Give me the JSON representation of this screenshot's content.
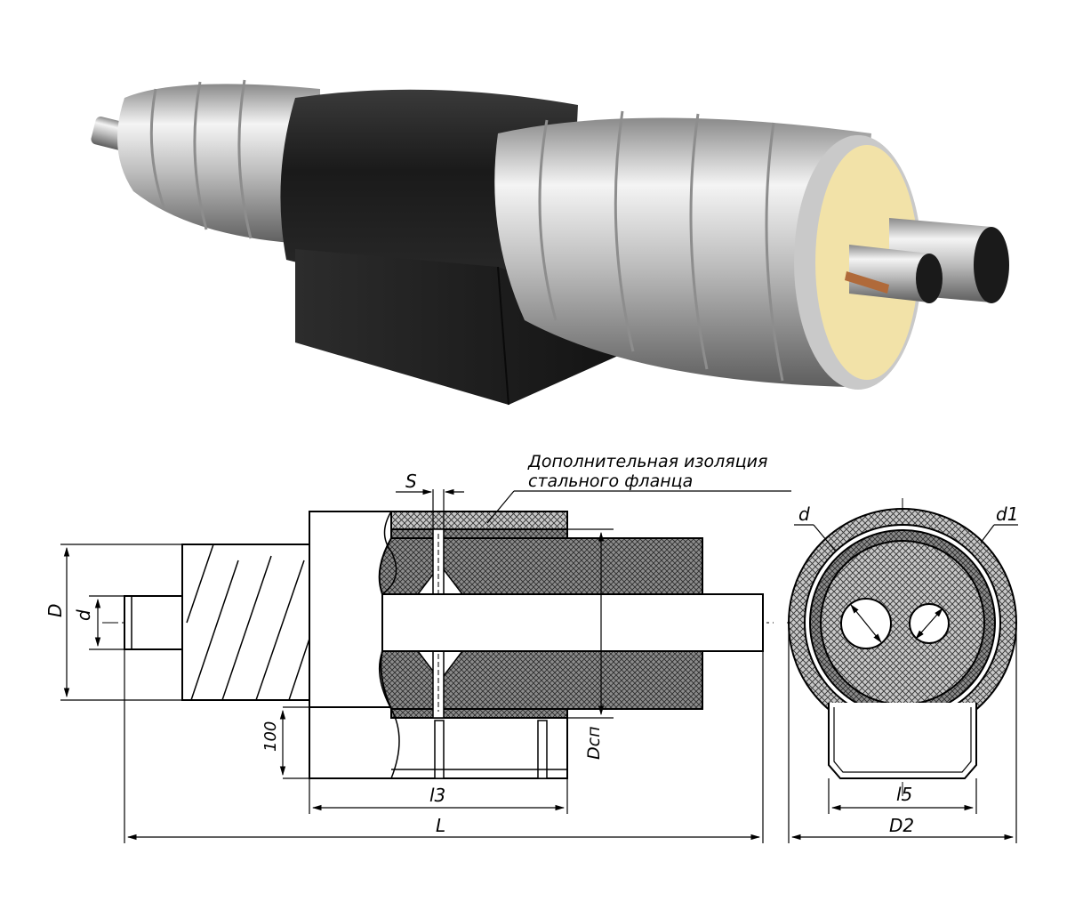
{
  "annotation": {
    "line1": "Дополнительная изоляция",
    "line2": "стального фланца"
  },
  "dimensions": {
    "S": "S",
    "D": "D",
    "d_left": "d",
    "height_100": "100",
    "Dsp": "Dсп",
    "l3": "l3",
    "L": "L",
    "d_right": "d",
    "d1": "d1",
    "l5": "l5",
    "D2": "D2"
  },
  "colors": {
    "line": "#000000",
    "hatch_fill": "#9a9a9a",
    "collar_dark": "#1e1e1e",
    "foam": "#f2e2a8",
    "metal_light": "#e6e6e6",
    "metal_mid": "#a9a9a9"
  }
}
